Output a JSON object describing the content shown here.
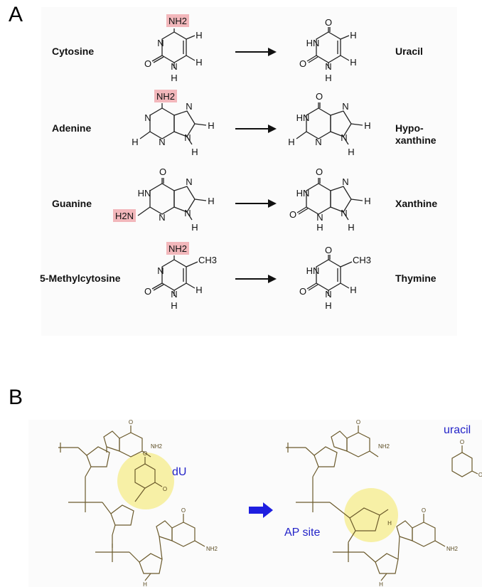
{
  "panels": {
    "a": {
      "letter": "A"
    },
    "b": {
      "letter": "B"
    }
  },
  "conversions": [
    {
      "from": "Cytosine",
      "to": "Uracil"
    },
    {
      "from": "Adenine",
      "to": "Hypo-\nxanthine"
    },
    {
      "from": "Guanine",
      "to": "Xanthine"
    },
    {
      "from": "5-Methylcytosine",
      "to": "Thymine"
    }
  ],
  "atoms": {
    "nh2": "NH2",
    "h2n": "H2N",
    "n": "N",
    "hn": "HN",
    "o": "O",
    "h": "H",
    "ch3": "CH3"
  },
  "panel_b": {
    "du_label": "dU",
    "ap_site_label": "AP site",
    "uracil_label": "uracil"
  },
  "colors": {
    "amino_highlight": "#f2b7bb",
    "yellow_highlight": "#f7f0a6",
    "blue_label": "#2323c8",
    "arrow_blue": "#1e1ee0"
  }
}
